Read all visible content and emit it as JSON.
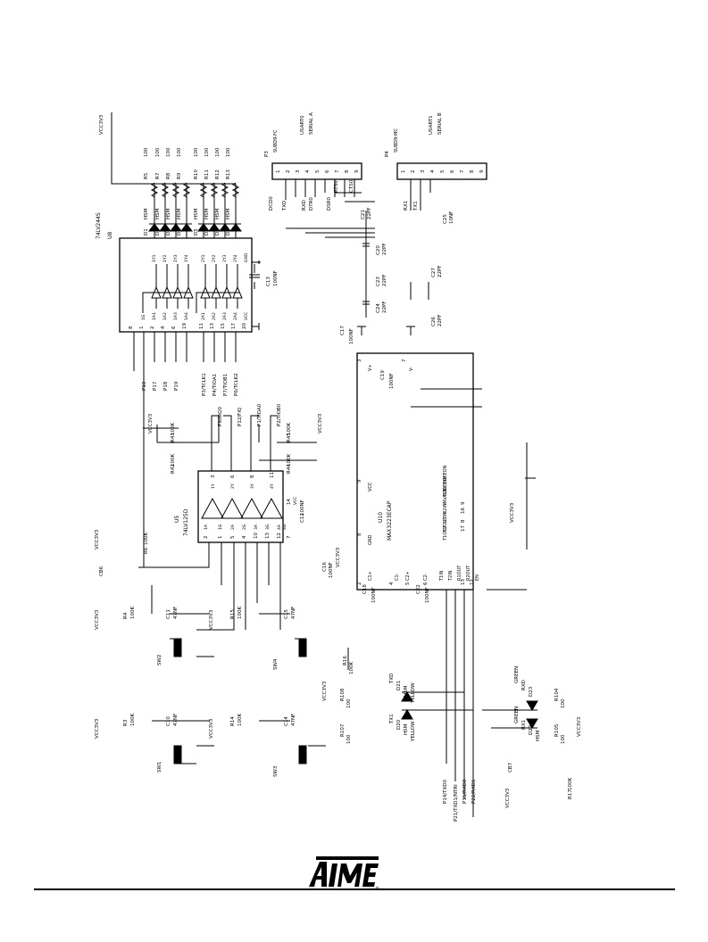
{
  "nets": {
    "vcc": "VCC3V3",
    "p10": "P10",
    "p17": "P17",
    "p18": "P18",
    "p19": "P19",
    "p3": "P3/TCLK1",
    "p4": "P4/TIOA1",
    "p7": "P7/TIOB1",
    "p6": "P6/TCLK2",
    "p9": "P9/IRQ0",
    "p12": "P12/FIQ",
    "p1": "P1/TIOA0",
    "p2": "P2/TIOB0",
    "p14": "P14/TXD0",
    "p21": "P21/TXD1/NTRI",
    "p15": "P15/RXD0",
    "p22": "P22/RXD1"
  },
  "parts": {
    "u8": {
      "ref": "U8",
      "value": "74LV244S"
    },
    "u5": {
      "ref": "U5",
      "value": "74LV125D"
    },
    "u10": {
      "ref": "U10",
      "value": "MAX3223ECAP"
    },
    "p3": {
      "ref": "P3",
      "value": "SUBD9-FC",
      "title1": "USART0",
      "title2": "SERIAL A"
    },
    "p4": {
      "ref": "P4",
      "value": "SUBD9-MC",
      "title1": "USART1",
      "title2": "SERIAL B"
    },
    "r5": {
      "ref": "R5",
      "value": "100"
    },
    "r7": {
      "ref": "R7",
      "value": "100"
    },
    "r8": {
      "ref": "R8",
      "value": "100"
    },
    "r9": {
      "ref": "R9",
      "value": "100"
    },
    "r10": {
      "ref": "R10",
      "value": "100"
    },
    "r11": {
      "ref": "R11",
      "value": "100"
    },
    "r12": {
      "ref": "R12",
      "value": "100"
    },
    "r13": {
      "ref": "R13",
      "value": "100"
    },
    "r43": {
      "ref": "R43",
      "value": "100K"
    },
    "r42": {
      "ref": "R42",
      "value": "100K"
    },
    "r45": {
      "ref": "R45",
      "value": "100K"
    },
    "r44": {
      "ref": "R44",
      "value": "100K"
    },
    "r6": {
      "ref": "R6",
      "value": "100K"
    },
    "r4": {
      "ref": "R4",
      "value": "100K"
    },
    "r15": {
      "ref": "R15",
      "value": "100K"
    },
    "r3": {
      "ref": "R3",
      "value": "100K"
    },
    "r14": {
      "ref": "R14",
      "value": "100K"
    },
    "r16": {
      "ref": "R16",
      "value": "100K"
    },
    "r108": {
      "ref": "R108",
      "value": "100"
    },
    "r107": {
      "ref": "R107",
      "value": "100"
    },
    "r104": {
      "ref": "R104",
      "value": "100"
    },
    "r105": {
      "ref": "R105",
      "value": "100"
    },
    "r17": {
      "ref": "R17",
      "value": "100K"
    },
    "c11": {
      "ref": "C11",
      "value": "47NF"
    },
    "c15": {
      "ref": "C15",
      "value": "47NF"
    },
    "c10": {
      "ref": "C10",
      "value": "47NF"
    },
    "c14": {
      "ref": "C14",
      "value": "47NF"
    },
    "c13": {
      "ref": "C13",
      "value": "100NF"
    },
    "c12": {
      "ref": "C12",
      "value": "100NF"
    },
    "c16": {
      "ref": "C16",
      "value": "100NF"
    },
    "c17": {
      "ref": "C17",
      "value": "100NF"
    },
    "c19": {
      "ref": "C19",
      "value": "100NF"
    },
    "c18": {
      "ref": "C18",
      "value": "100NF"
    },
    "c22": {
      "ref": "C22",
      "value": "100NF"
    },
    "c20": {
      "ref": "C20",
      "value": "22PF"
    },
    "c21": {
      "ref": "C21",
      "value": "22PF"
    },
    "c23": {
      "ref": "C23",
      "value": "22PF"
    },
    "c24": {
      "ref": "C24",
      "value": "22PF"
    },
    "c25": {
      "ref": "C25",
      "value": "10NF"
    },
    "c26": {
      "ref": "C26",
      "value": "22PF"
    },
    "c27": {
      "ref": "C27",
      "value": "22PF"
    },
    "sw1": "SW1",
    "sw2": "SW2",
    "sw3": "SW3",
    "sw4": "SW4",
    "cb6": "CB6",
    "cb7": "CB7",
    "d21": {
      "ref": "D21",
      "value": "HSM",
      "name": "TXD",
      "color": "YELLOW"
    },
    "d20": {
      "ref": "D20",
      "value": "HSM",
      "name": "TX1",
      "color": "YELLOW"
    },
    "d23": {
      "ref": "D23",
      "value": "HSM",
      "name": "RXD",
      "color": "GREEN"
    },
    "d22": {
      "ref": "D22",
      "value": "HSM",
      "name": "RX1",
      "color": "GREEN"
    }
  },
  "leds": [
    {
      "ref": "D1",
      "value": "HSM"
    },
    {
      "ref": "D2",
      "value": "HSM"
    },
    {
      "ref": "D3",
      "value": "HSM"
    },
    {
      "ref": "D4",
      "value": "HSM"
    },
    {
      "ref": "D5",
      "value": "HSM"
    },
    {
      "ref": "D6",
      "value": "HSM"
    },
    {
      "ref": "D7",
      "value": "HSM"
    },
    {
      "ref": "D8",
      "value": "HSM"
    }
  ],
  "signals": {
    "dcd0": "DCD0",
    "txd": "TXD",
    "rxd": "RXD",
    "dtr0": "DTR0",
    "dsr0": "DSR0",
    "rts0": "RTS0",
    "cts0": "CTS0",
    "rx1": "RX1",
    "tx1": "TX1"
  },
  "u10_pins": {
    "t1out": "T1OUT",
    "t2out": "T2OUT",
    "r1in": "R1IN",
    "r2in": "R2IN",
    "invalid": "INVALID",
    "forceoff": "FORCEOFF",
    "forceon": "FORCEON",
    "en": "EN",
    "r2out": "R2OUT",
    "r1out": "R1OUT",
    "t2in": "T2IN",
    "t1in": "T1IN",
    "gnd": "GND",
    "vcc": "VCC",
    "vplus": "V+",
    "vminus": "V-",
    "c1p": "C1+",
    "c1m": "C1-",
    "c2p": "C2+",
    "c2m": "C2-"
  },
  "pin_labels": {
    "gnd": "GND",
    "vcc": "VCC",
    "u8_in": [
      "1A1",
      "1A2",
      "1A3",
      "1A4",
      "2A1",
      "2A2",
      "2A3",
      "2A4"
    ],
    "u8_out": [
      "1Y1",
      "1Y2",
      "1Y3",
      "1Y4",
      "2Y1",
      "2Y2",
      "2Y3",
      "2Y4"
    ],
    "u8_oe": [
      "1G",
      "2G"
    ],
    "u5_pins": [
      "1A",
      "1Y",
      "1G",
      "2A",
      "2Y",
      "2G",
      "3A",
      "3Y",
      "3G",
      "4A",
      "4Y",
      "4G"
    ]
  },
  "logo": {
    "text": "ATMEL",
    "mark": "®"
  }
}
